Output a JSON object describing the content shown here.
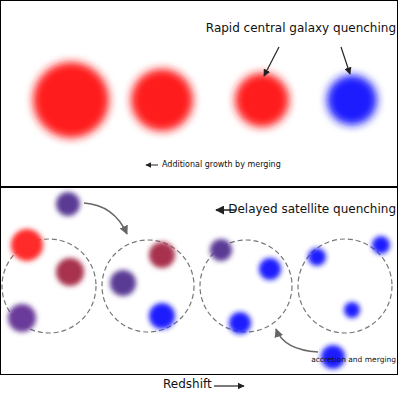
{
  "diagram": {
    "labels": [
      "Rapid central galaxy quenching",
      "Additional growth by merging",
      "Delayed satellite quenching",
      "accretion and merging",
      "Redshift"
    ]
  }
}
